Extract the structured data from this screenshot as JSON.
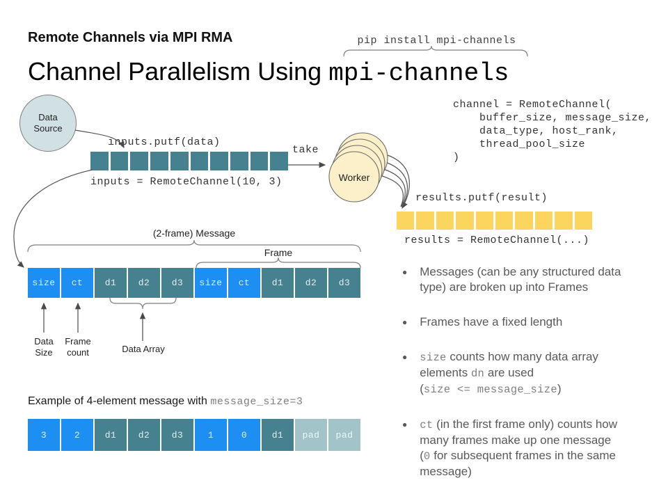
{
  "slide": {
    "kicker": "Remote Channels via MPI RMA",
    "title_main": "Channel Parallelism Using ",
    "title_mono": "mpi-channels",
    "pip_label": "pip install mpi-channels"
  },
  "pipeline": {
    "source_label": "Data Source",
    "inputs_put_label": "inputs.putf(data)",
    "inputs_code": "inputs = RemoteChannel(10, 3)",
    "take_label": "take",
    "worker_label": "Worker",
    "channel_code_lines": [
      "channel = RemoteChannel(",
      "    buffer_size, message_size,",
      "    data_type, host_rank,",
      "    thread_pool_size",
      ")"
    ],
    "results_put_label": "results.putf(result)",
    "results_code": "results = RemoteChannel(...)",
    "input_cell_count": 10,
    "result_cell_count": 10
  },
  "message_diagram": {
    "message_brace_label": "(2-frame) Message",
    "frame_brace_label": "Frame",
    "cells": [
      {
        "label": "size",
        "type": "header"
      },
      {
        "label": "ct",
        "type": "header"
      },
      {
        "label": "d1",
        "type": "data"
      },
      {
        "label": "d2",
        "type": "data"
      },
      {
        "label": "d3",
        "type": "data"
      },
      {
        "label": "size",
        "type": "header"
      },
      {
        "label": "ct",
        "type": "header"
      },
      {
        "label": "d1",
        "type": "data"
      },
      {
        "label": "d2",
        "type": "data"
      },
      {
        "label": "d3",
        "type": "data"
      }
    ],
    "data_size_label": "Data Size",
    "frame_count_label": "Frame count",
    "data_array_label": "Data Array"
  },
  "example": {
    "caption_main": "Example of 4-element message with ",
    "caption_mono": "message_size=3",
    "cells": [
      {
        "label": "3",
        "type": "header"
      },
      {
        "label": "2",
        "type": "header"
      },
      {
        "label": "d1",
        "type": "data"
      },
      {
        "label": "d2",
        "type": "data"
      },
      {
        "label": "d3",
        "type": "data"
      },
      {
        "label": "1",
        "type": "header"
      },
      {
        "label": "0",
        "type": "header"
      },
      {
        "label": "d1",
        "type": "data"
      },
      {
        "label": "pad",
        "type": "pad"
      },
      {
        "label": "pad",
        "type": "pad"
      }
    ]
  },
  "bullets": [
    {
      "segments": [
        {
          "t": "Messages (can be any structured data type) are broken up into Frames",
          "mono": false
        }
      ]
    },
    {
      "segments": [
        {
          "t": "Frames have a fixed length",
          "mono": false
        }
      ]
    },
    {
      "segments": [
        {
          "t": "size",
          "mono": true
        },
        {
          "t": " counts how many data array elements ",
          "mono": false
        },
        {
          "t": "dn",
          "mono": true
        },
        {
          "t": " are used\n(",
          "mono": false
        },
        {
          "t": "size <= message_size",
          "mono": true
        },
        {
          "t": ")",
          "mono": false
        }
      ]
    },
    {
      "segments": [
        {
          "t": "ct",
          "mono": true
        },
        {
          "t": " (in the first frame only) counts how many frames make up one message\n(",
          "mono": false
        },
        {
          "t": "0",
          "mono": true
        },
        {
          "t": " for subsequent frames in the same message)",
          "mono": false
        }
      ]
    }
  ],
  "colors": {
    "teal": "#45818e",
    "blue": "#1d8ff2",
    "pad": "#a2c4c9",
    "yellow": "#fbd55d",
    "source_fill": "#d0e0e3",
    "worker_fill": "#fbf0c9"
  }
}
